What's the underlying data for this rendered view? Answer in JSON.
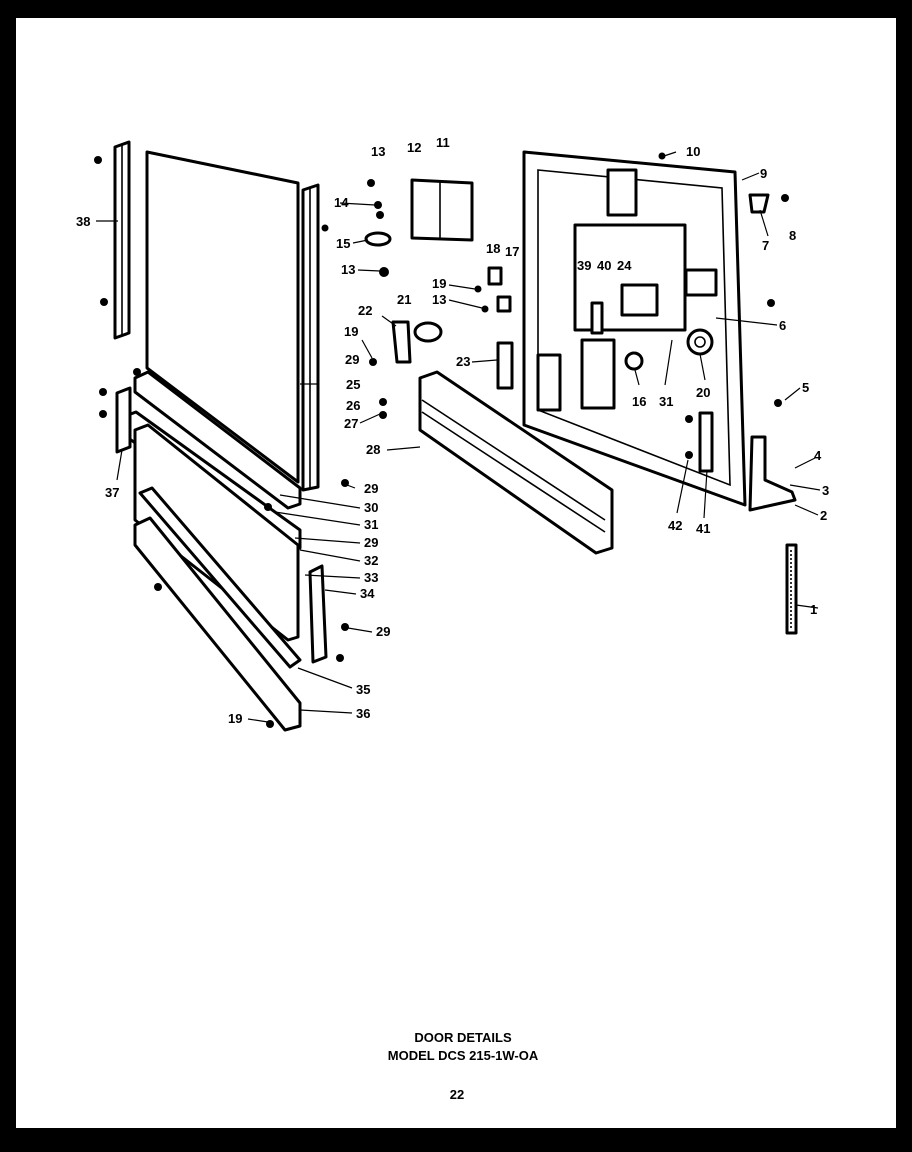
{
  "diagram": {
    "part_labels": [
      "1",
      "2",
      "3",
      "4",
      "5",
      "6",
      "7",
      "8",
      "9",
      "10",
      "11",
      "12",
      "13",
      "13",
      "13",
      "14",
      "15",
      "16",
      "17",
      "18",
      "19",
      "19",
      "19",
      "20",
      "21",
      "22",
      "23",
      "24",
      "25",
      "26",
      "27",
      "28",
      "29",
      "29",
      "29",
      "29",
      "30",
      "31",
      "31",
      "32",
      "33",
      "34",
      "35",
      "36",
      "37",
      "38",
      "39",
      "40",
      "41",
      "42"
    ]
  },
  "caption": {
    "title": "DOOR DETAILS",
    "model": "MODEL DCS 215-1W-OA",
    "page_number": "22"
  },
  "colors": {
    "paper": "#ffffff",
    "ink": "#000000",
    "border": "#000000"
  }
}
